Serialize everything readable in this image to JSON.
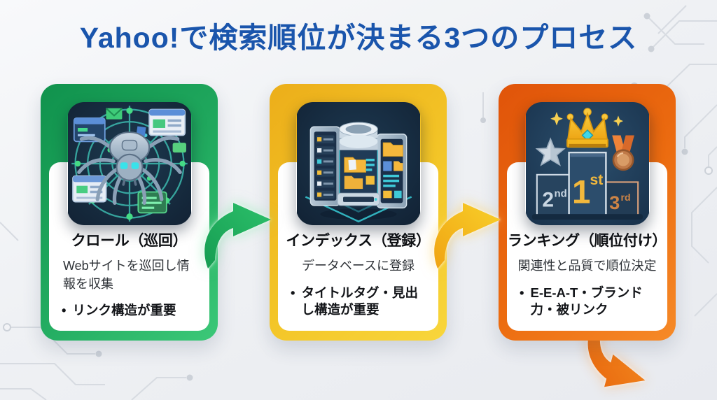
{
  "page": {
    "title": "Yahoo!で検索順位が決まる3つのプロセス",
    "title_color": "#1a55ac",
    "background_color": "#eef0f4"
  },
  "cards": [
    {
      "key": "crawl",
      "accent_from": "#10924d",
      "accent_to": "#3cc878",
      "icon": "spider-crawler-icon",
      "title": "クロール（巡回）",
      "description": "Webサイトを巡回し情報を収集",
      "bullets": [
        "リンク構造が重要"
      ]
    },
    {
      "key": "index",
      "accent_from": "#ecae1a",
      "accent_to": "#f8d63c",
      "icon": "database-servers-icon",
      "title": "インデックス（登録）",
      "description": "データベースに登録",
      "bullets": [
        "タイトルタグ・見出し構造が重要"
      ]
    },
    {
      "key": "ranking",
      "accent_from": "#e0540a",
      "accent_to": "#f68a28",
      "icon": "ranking-podium-icon",
      "title": "ランキング（順位付け）",
      "description": "関連性と品質で順位決定",
      "bullets": [
        "E-E-A-T・ブランド力・被リンク"
      ],
      "podium": {
        "rank1_num": "1",
        "rank1_suffix": "st",
        "rank2_num": "2",
        "rank2_suffix": "nd",
        "rank3_num": "3",
        "rank3_suffix": "rd"
      }
    }
  ],
  "arrows": [
    {
      "name": "crawl-to-index",
      "color": "#1fb35e"
    },
    {
      "name": "index-to-ranking",
      "color": "#f5b91c"
    },
    {
      "name": "ranking-output",
      "color": "#ee7412"
    }
  ]
}
